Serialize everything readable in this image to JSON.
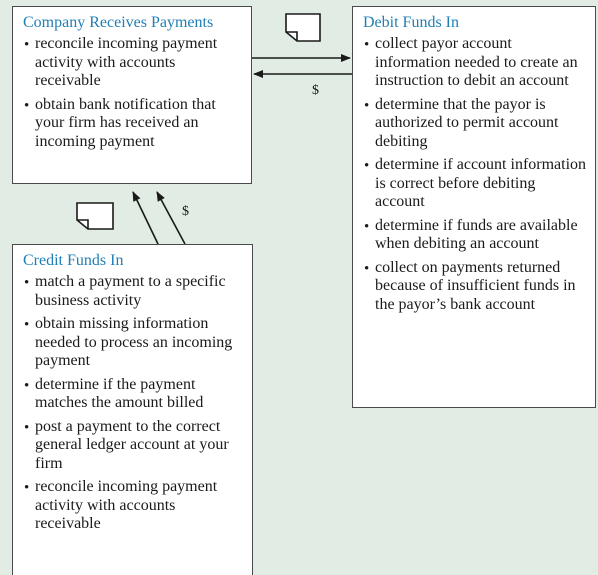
{
  "company": {
    "title": "Company Receives Payments",
    "items": [
      "reconcile incoming payment activity with accounts receivable",
      "obtain bank notification that your firm has received an incoming payment"
    ]
  },
  "debit": {
    "title": "Debit Funds In",
    "items": [
      "collect payor account information needed to create an instruction to debit an account",
      "determine that the payor is authorized to permit account debiting",
      "determine if account information is correct before debiting account",
      "determine if funds are available when debiting an account",
      "collect on payments returned because of insufficient funds in the payor’s bank account"
    ]
  },
  "credit": {
    "title": "Credit Funds In",
    "items": [
      "match a payment to a specific business activity",
      "obtain missing information needed to process an incoming payment",
      "determine if the payment matches the amount billed",
      "post a payment to the correct general ledger account at your firm",
      "reconcile incoming payment activity with accounts receivable"
    ]
  },
  "connectors": {
    "top_dollar": "$",
    "left_dollar": "$",
    "document_icon": "document-icon",
    "arrow_icon": "arrow-icon"
  },
  "colors": {
    "background": "#e0ece4",
    "title": "#1f7fb5",
    "border": "#4a4a4a"
  }
}
